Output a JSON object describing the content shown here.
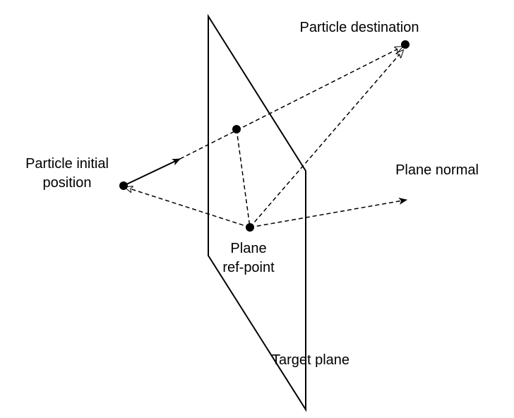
{
  "labels": {
    "particle_destination": "Particle destination",
    "particle_initial_line1": "Particle initial",
    "particle_initial_line2": "position",
    "plane_normal": "Plane normal",
    "plane_ref_line1": "Plane",
    "plane_ref_line2": "ref-point",
    "target_plane": "Target plane"
  },
  "colors": {
    "stroke": "#000000",
    "background": "#ffffff"
  }
}
